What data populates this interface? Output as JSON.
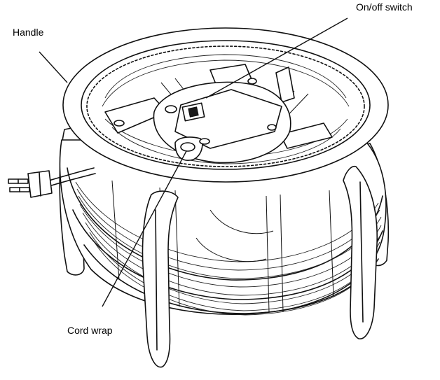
{
  "labels": {
    "handle": "Handle",
    "switch": "On/off switch",
    "cord_wrap": "Cord wrap"
  },
  "colors": {
    "line": "#111111",
    "background": "#ffffff"
  }
}
